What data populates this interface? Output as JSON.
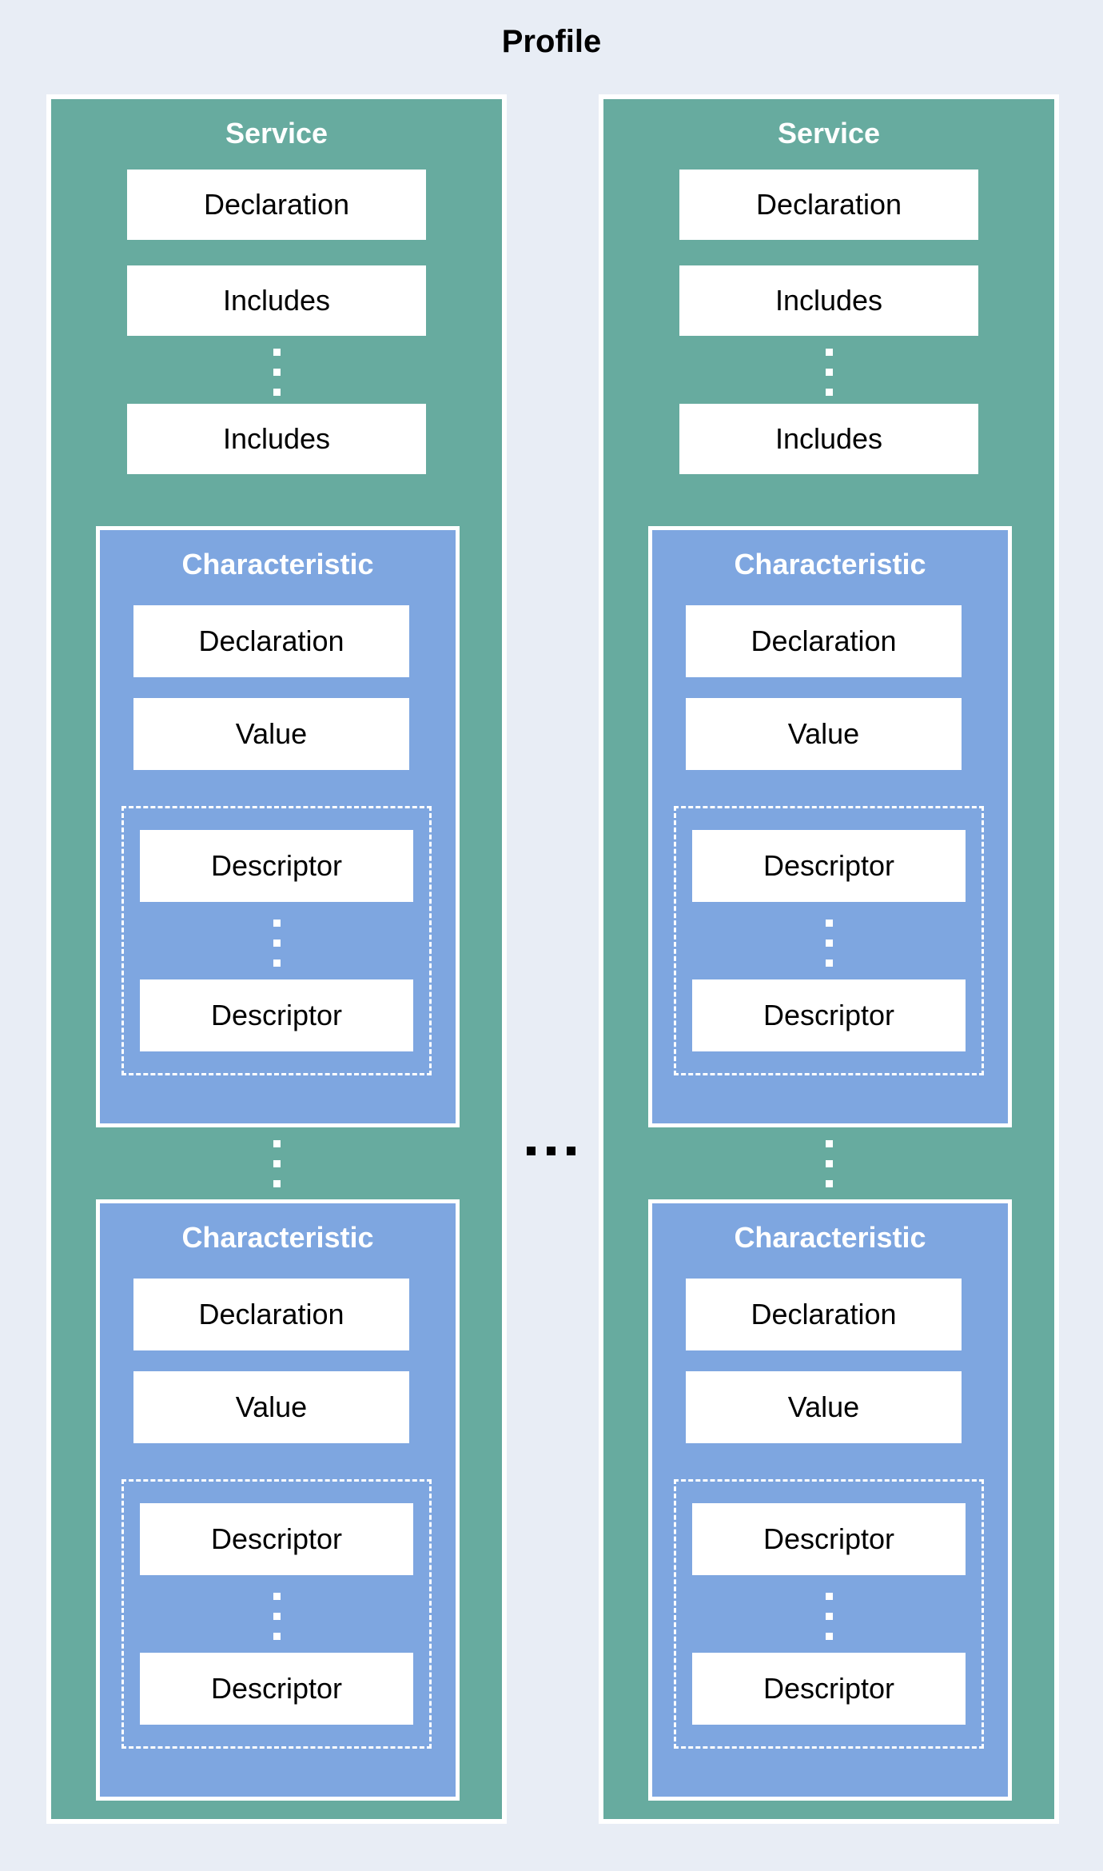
{
  "title": "Profile",
  "colors": {
    "background": "#e8edf5",
    "service_fill": "#67ab9f",
    "characteristic_fill": "#7ea6e0",
    "box_fill": "#ffffff",
    "border_white": "#ffffff",
    "text_dark": "#000000",
    "text_light": "#ffffff",
    "ellipsis_between_services": "#000000",
    "ellipsis_inside_blocks": "#ffffff"
  },
  "icons": {
    "vertical_ellipsis": "⋮",
    "horizontal_ellipsis": "…"
  },
  "services": [
    {
      "title": "Service",
      "declaration_label": "Declaration",
      "includes_labels": [
        "Includes",
        "Includes"
      ],
      "characteristics": [
        {
          "title": "Characteristic",
          "declaration_label": "Declaration",
          "value_label": "Value",
          "descriptor_labels": [
            "Descriptor",
            "Descriptor"
          ]
        },
        {
          "title": "Characteristic",
          "declaration_label": "Declaration",
          "value_label": "Value",
          "descriptor_labels": [
            "Descriptor",
            "Descriptor"
          ]
        }
      ]
    },
    {
      "title": "Service",
      "declaration_label": "Declaration",
      "includes_labels": [
        "Includes",
        "Includes"
      ],
      "characteristics": [
        {
          "title": "Characteristic",
          "declaration_label": "Declaration",
          "value_label": "Value",
          "descriptor_labels": [
            "Descriptor",
            "Descriptor"
          ]
        },
        {
          "title": "Characteristic",
          "declaration_label": "Declaration",
          "value_label": "Value",
          "descriptor_labels": [
            "Descriptor",
            "Descriptor"
          ]
        }
      ]
    }
  ]
}
